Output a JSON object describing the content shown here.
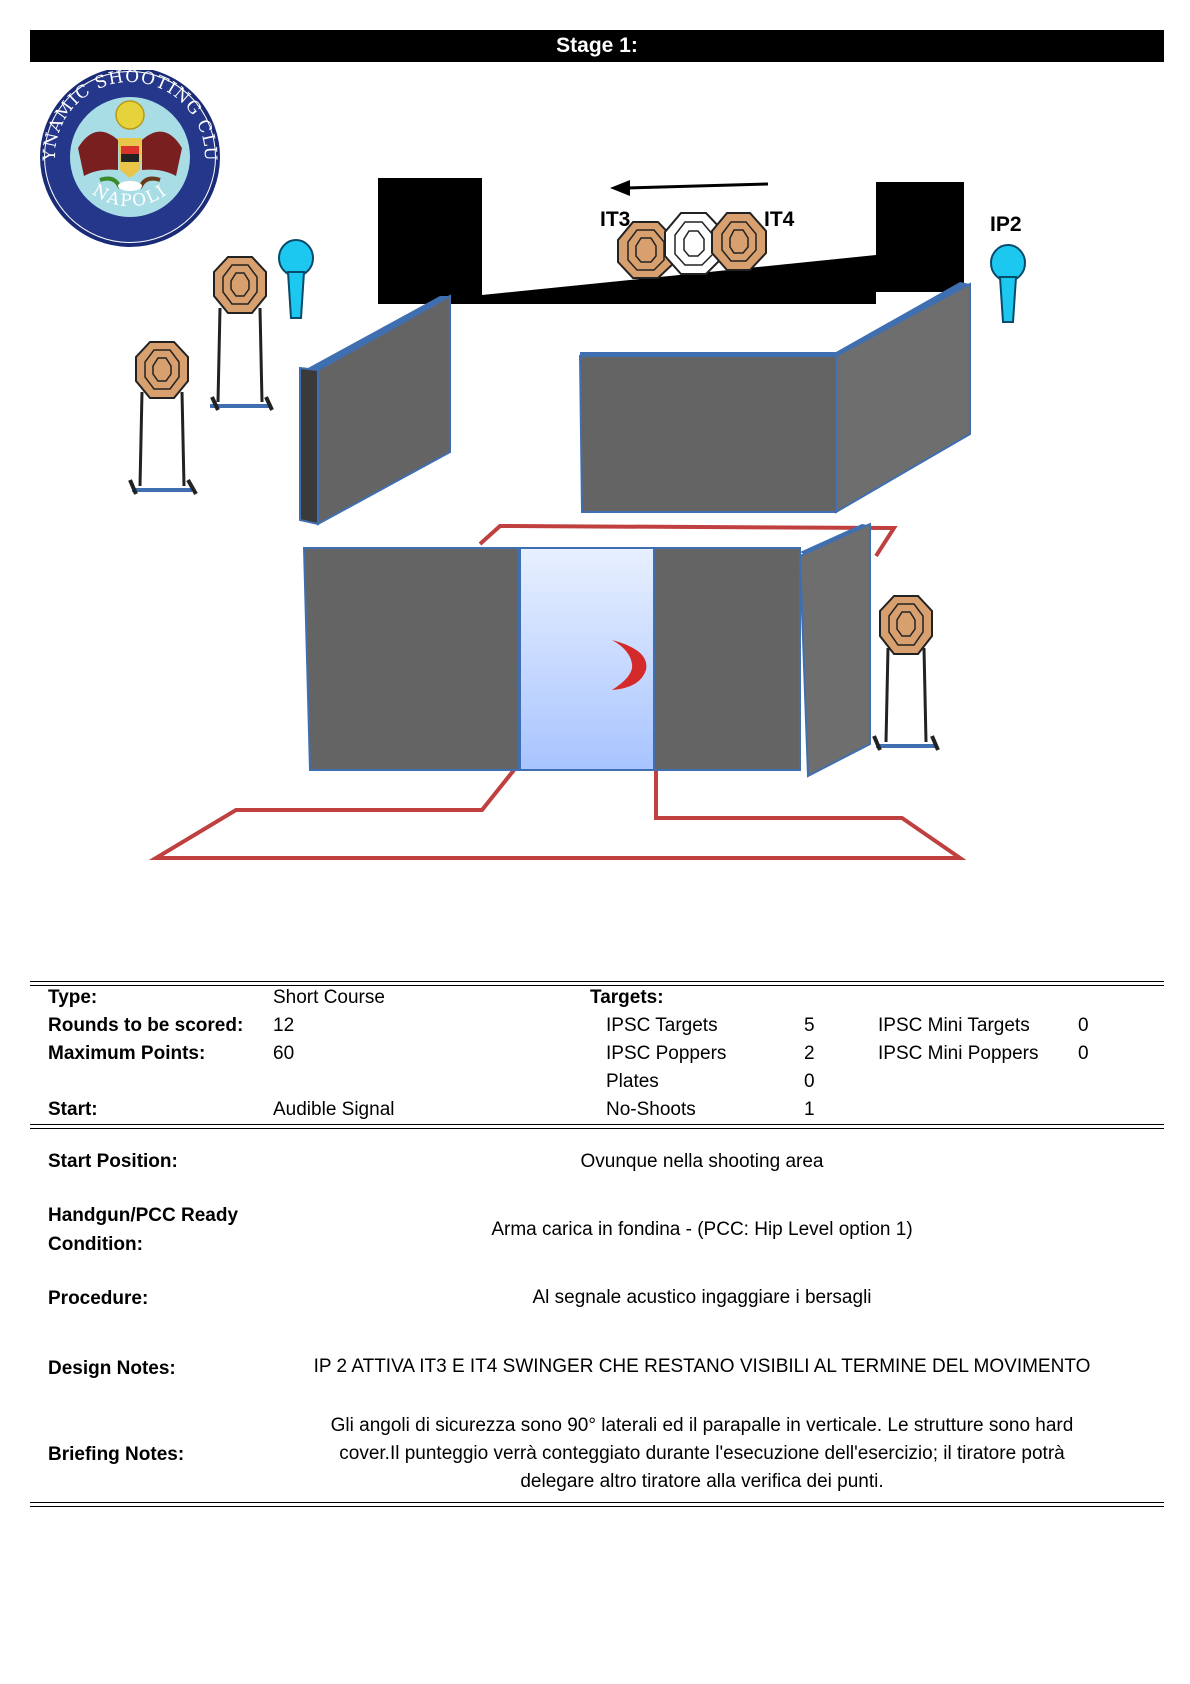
{
  "stage": {
    "title": "Stage 1:"
  },
  "logo": {
    "ring_top": "DYNAMIC SHOOTING CLUB",
    "ring_bottom": "NAPOLI"
  },
  "diagram": {
    "labels": {
      "it3": "IT3",
      "it4": "IT4",
      "ip2": "IP2"
    },
    "colors": {
      "wall": "#646464",
      "wall_edge": "#3f6fb0",
      "target": "#d7a06e",
      "popper": "#1cc8f0",
      "fault_line": "#c04040"
    }
  },
  "info": {
    "type_label": "Type:",
    "type_value": "Short Course",
    "rounds_label": "Rounds to be scored:",
    "rounds_value": "12",
    "points_label": "Maximum Points:",
    "points_value": "60",
    "start_label": "Start:",
    "start_value": "Audible Signal",
    "targets_label": "Targets:",
    "targets": [
      {
        "name": "IPSC Targets",
        "count": "5"
      },
      {
        "name": "IPSC Poppers",
        "count": "2"
      },
      {
        "name": "Plates",
        "count": "0"
      },
      {
        "name": "No-Shoots",
        "count": "1"
      }
    ],
    "mini_targets": [
      {
        "name": "IPSC Mini Targets",
        "count": "0"
      },
      {
        "name": "IPSC Mini Poppers",
        "count": "0"
      }
    ]
  },
  "details": {
    "start_position_label": "Start Position:",
    "start_position_value": "Ovunque nella shooting area",
    "ready_label_1": "Handgun/PCC Ready",
    "ready_label_2": "Condition:",
    "ready_value": "Arma carica in fondina - (PCC: Hip Level option 1)",
    "procedure_label": "Procedure:",
    "procedure_value": "Al segnale acustico ingaggiare i bersagli",
    "design_label": "Design Notes:",
    "design_value": "IP 2 ATTIVA IT3 E IT4 SWINGER CHE RESTANO VISIBILI AL TERMINE DEL MOVIMENTO",
    "briefing_label": "Briefing Notes:",
    "briefing_line_1": "Gli angoli di sicurezza sono 90° laterali ed il parapalle in verticale. Le strutture sono hard",
    "briefing_line_2": "cover.Il punteggio verrà conteggiato durante l'esecuzione dell'esercizio; il tiratore potrà",
    "briefing_line_3": "delegare altro tiratore alla verifica  dei punti."
  }
}
